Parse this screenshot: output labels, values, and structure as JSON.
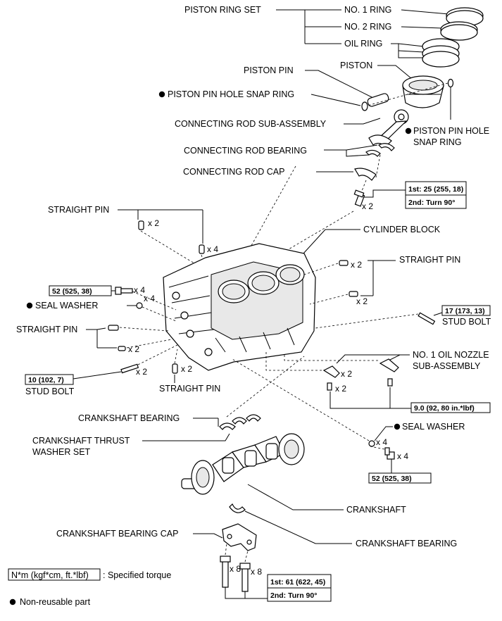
{
  "labels": {
    "piston_ring_set": "PISTON RING SET",
    "no1_ring": "NO. 1 RING",
    "no2_ring": "NO. 2 RING",
    "oil_ring": "OIL RING",
    "piston_pin": "PISTON PIN",
    "piston": "PISTON",
    "piston_pin_hole_snap_ring_left": "PISTON PIN HOLE SNAP RING",
    "piston_pin_hole_snap_ring_right_1": "PISTON PIN HOLE",
    "piston_pin_hole_snap_ring_right_2": "SNAP RING",
    "connecting_rod_sub_assembly": "CONNECTING ROD SUB-ASSEMBLY",
    "connecting_rod_bearing": "CONNECTING ROD BEARING",
    "connecting_rod_cap": "CONNECTING ROD CAP",
    "straight_pin_top": "STRAIGHT PIN",
    "cylinder_block": "CYLINDER BLOCK",
    "straight_pin_right": "STRAIGHT PIN",
    "seal_washer_left": "SEAL WASHER",
    "straight_pin_left": "STRAIGHT PIN",
    "stud_bolt_right": "STUD BOLT",
    "no1_oil_nozzle_1": "NO. 1 OIL NOZZLE",
    "no1_oil_nozzle_2": "SUB-ASSEMBLY",
    "stud_bolt_left": "STUD BOLT",
    "straight_pin_bottom": "STRAIGHT PIN",
    "crankshaft_bearing_top": "CRANKSHAFT BEARING",
    "crankshaft_thrust_1": "CRANKSHAFT THRUST",
    "crankshaft_thrust_2": "WASHER SET",
    "seal_washer_right": "SEAL WASHER",
    "crankshaft": "CRANKSHAFT",
    "crankshaft_bearing_cap": "CRANKSHAFT BEARING CAP",
    "crankshaft_bearing_bottom": "CRANKSHAFT BEARING"
  },
  "quantities": {
    "x2": "x 2",
    "x4": "x 4",
    "x8": "x 8"
  },
  "torques": {
    "conrod_1": "1st: 25 (255, 18)",
    "conrod_2": "2nd: Turn 90°",
    "bolt_left": "52 (525, 38)",
    "stud_right": "17 (173, 13)",
    "stud_left": "10 (102, 7)",
    "nozzle": "9.0 (92, 80 in.*lbf)",
    "bolt_right": "52 (525, 38)",
    "main_1": "1st: 61 (622, 45)",
    "main_2": "2nd: Turn 90°"
  },
  "legend": {
    "torque_unit": "N*m (kgf*cm, ft.*lbf)",
    "torque_desc": ": Specified torque",
    "non_reusable": "Non-reusable part"
  }
}
